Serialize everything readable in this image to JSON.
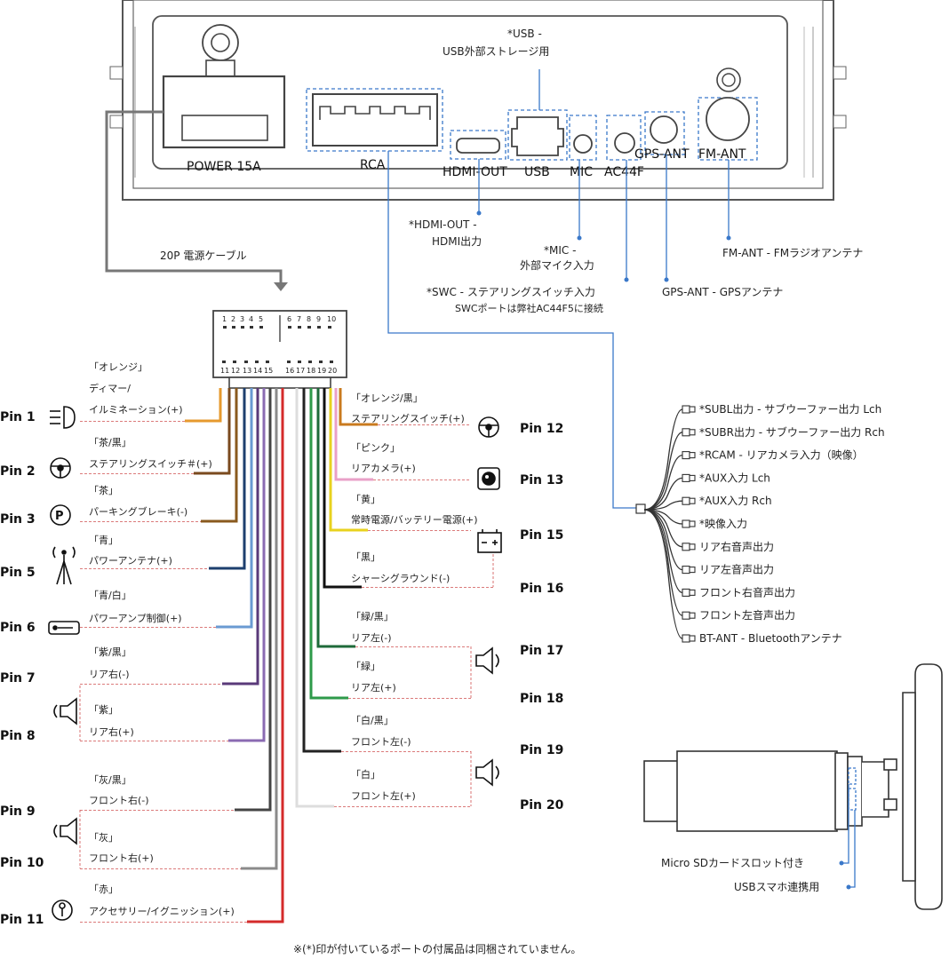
{
  "unit": {
    "ports": {
      "power": "POWER 15A",
      "rca": "RCA",
      "hdmi": "HDMI-OUT",
      "usb": "USB",
      "mic": "MIC",
      "ac44f": "AC44F",
      "gps": "GPS-ANT",
      "fm": "FM-ANT"
    }
  },
  "callouts": {
    "usb_title": "*USB -",
    "usb_desc": "USB外部ストレージ用",
    "hdmi_title": "*HDMI-OUT -",
    "hdmi_desc": "HDMI出力",
    "mic_title": "*MIC -",
    "mic_desc": "外部マイク入力",
    "swc_title": "*SWC - ステアリングスイッチ入力",
    "swc_desc": "SWCポートは弊社AC44F5に接続",
    "gps": "GPS-ANT - GPSアンテナ",
    "fm": "FM-ANT - FMラジオアンテナ",
    "cable": "20P 電源ケーブル"
  },
  "connector": {
    "top_row": [
      "1",
      "2",
      "3",
      "4",
      "5",
      "6",
      "7",
      "8",
      "9",
      "10"
    ],
    "bottom_row": [
      "11",
      "12",
      "13",
      "14",
      "15",
      "16",
      "17",
      "18",
      "19",
      "20"
    ]
  },
  "left_pins": [
    {
      "pin": "Pin 1",
      "color_name": "「オレンジ」",
      "function": "イルミネーション(+)",
      "extra": "ディマー/",
      "wire": "#e69a2e"
    },
    {
      "pin": "Pin 2",
      "color_name": "「茶/黒」",
      "function": "ステアリングスイッチ＃(+)",
      "wire": "#7a4a1e"
    },
    {
      "pin": "Pin 3",
      "color_name": "「茶」",
      "function": "パーキングブレーキ(-)",
      "wire": "#8a5a1e"
    },
    {
      "pin": "Pin 5",
      "color_name": "「青」",
      "function": "パワーアンテナ(+)",
      "wire": "#1d3f6e"
    },
    {
      "pin": "Pin 6",
      "color_name": "「青/白」",
      "function": "パワーアンプ制御(+)",
      "wire": "#6a9ad2"
    },
    {
      "pin": "Pin 7",
      "color_name": "「紫/黒」",
      "function": "リア右(-)",
      "wire": "#5a3a7a"
    },
    {
      "pin": "Pin 8",
      "color_name": "「紫」",
      "function": "リア右(+)",
      "wire": "#8a6ab2"
    },
    {
      "pin": "Pin 9",
      "color_name": "「灰/黒」",
      "function": "フロント右(-)",
      "wire": "#444444"
    },
    {
      "pin": "Pin 10",
      "color_name": "「灰」",
      "function": "フロント右(+)",
      "wire": "#8a8a8a"
    },
    {
      "pin": "Pin 11",
      "color_name": "「赤」",
      "function": "アクセサリー/イグニッション(+)",
      "wire": "#d42a2a"
    }
  ],
  "right_pins": [
    {
      "pin": "Pin 12",
      "color_name": "「オレンジ/黒」",
      "function": "ステアリングスイッチ(+)",
      "wire": "#c97a1e"
    },
    {
      "pin": "Pin 13",
      "color_name": "「ピンク」",
      "function": "リアカメラ(+)",
      "wire": "#e9a0c8"
    },
    {
      "pin": "Pin 15",
      "color_name": "「黄」",
      "function": "常時電源/バッテリー電源(+)",
      "wire": "#e8d21e"
    },
    {
      "pin": "Pin 16",
      "color_name": "「黒」",
      "function": "シャーシグラウンド(-)",
      "wire": "#111111"
    },
    {
      "pin": "Pin 17",
      "color_name": "「緑/黒」",
      "function": "リア左(-)",
      "wire": "#1e6a3a"
    },
    {
      "pin": "Pin 18",
      "color_name": "「緑」",
      "function": "リア左(+)",
      "wire": "#2e9a4a"
    },
    {
      "pin": "Pin 19",
      "color_name": "「白/黒」",
      "function": "フロント左(-)",
      "wire": "#222222"
    },
    {
      "pin": "Pin 20",
      "color_name": "「白」",
      "function": "フロント左(+)",
      "wire": "#dddddd"
    }
  ],
  "rca_outputs": [
    "*SUBL出力 - サブウーファー出力 Lch",
    "*SUBR出力 - サブウーファー出力 Rch",
    "*RCAM - リアカメラ入力（映像）",
    "*AUX入力 Lch",
    "*AUX入力 Rch",
    "*映像入力",
    "リア右音声出力",
    "リア左音声出力",
    "フロント右音声出力",
    "フロント左音声出力",
    "BT-ANT - Bluetoothアンテナ"
  ],
  "side_view": {
    "sd_label": "Micro SDカードスロット付き",
    "usb_label": "USBスマホ連携用"
  },
  "footnote": "※(*)印が付いているポートの付属品は同梱されていません。",
  "colors": {
    "callout_blue": "#3a78c9",
    "outline": "#555555"
  }
}
